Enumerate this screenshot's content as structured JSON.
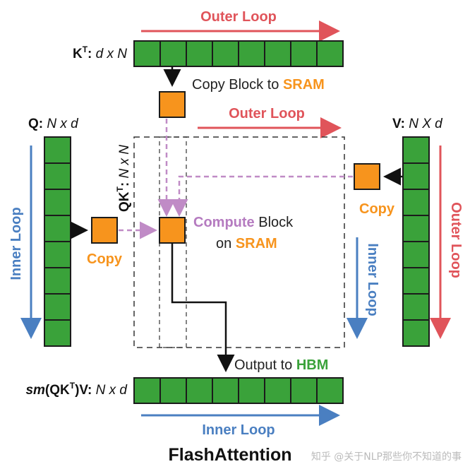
{
  "title": "FlashAttention",
  "colors": {
    "block_fill": "#3aa23a",
    "block_stroke": "#1b1b1b",
    "sram_block": "#f7941d",
    "outer_loop": "#e0545a",
    "inner_loop": "#4a7fc1",
    "copy_text": "#f7941d",
    "compute_text": "#b57bc0",
    "hbm_text": "#3aa23a",
    "dashed_purple": "#c08bc6"
  },
  "matrices": {
    "kt": {
      "name": "K",
      "sup": "T",
      "dims": "d x N",
      "cells": 8
    },
    "q": {
      "name": "Q:",
      "dims": "N x d",
      "cells": 8
    },
    "v": {
      "name": "V:",
      "dims": "N X d",
      "cells": 8
    },
    "qkt": {
      "name": "QK",
      "sup": "T",
      "dims": "N x N"
    },
    "out": {
      "prefix": "sm",
      "name": "(QK",
      "sup": "T",
      "suffix": ")V:",
      "dims": "N x d",
      "cells": 8
    }
  },
  "labels": {
    "outer_loop_top": "Outer Loop",
    "outer_loop_mid": "Outer Loop",
    "outer_loop_right": "Outer Loop",
    "inner_loop_left": "Inner Loop",
    "inner_loop_right": "Inner Loop",
    "inner_loop_bottom": "Inner Loop",
    "copy_block_prefix": "Copy Block to ",
    "copy_block_sram": "SRAM",
    "compute_word": "Compute",
    "compute_rest": " Block",
    "compute_on": "on ",
    "compute_sram": "SRAM",
    "copy_left": "Copy",
    "copy_right": "Copy",
    "output_prefix": "Output to ",
    "output_hbm": "HBM"
  },
  "watermark": "知乎 @关于NLP那些你不知道的事"
}
